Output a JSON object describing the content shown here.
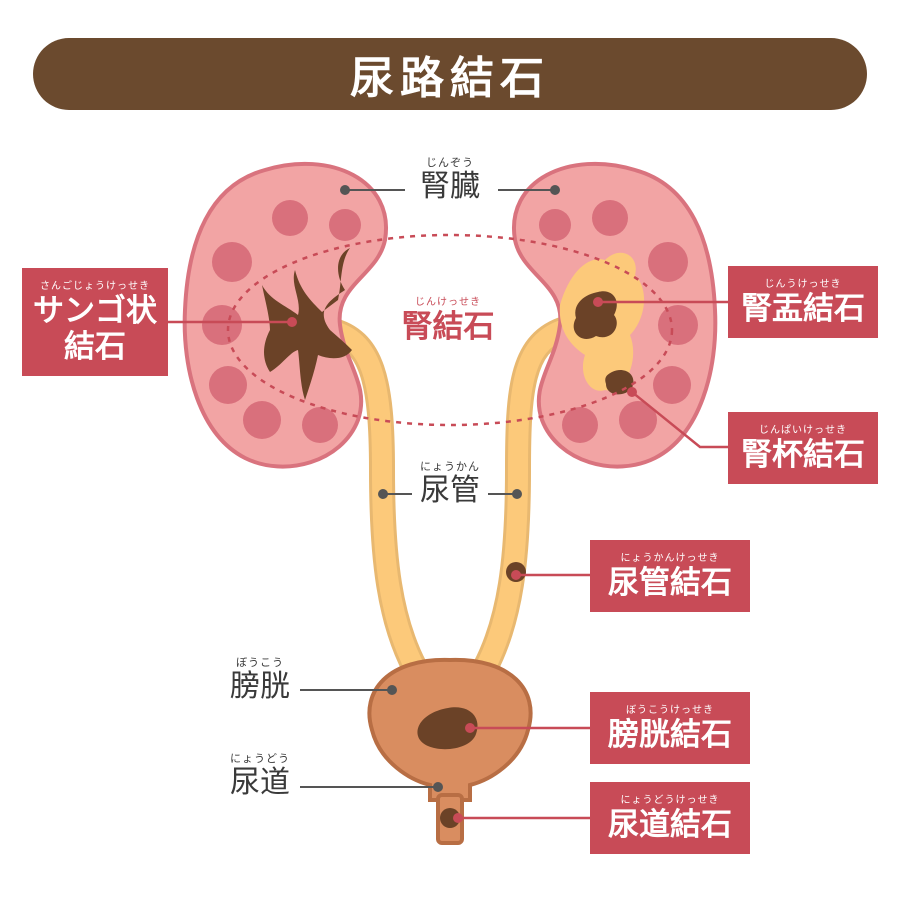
{
  "title": "尿路結石",
  "colors": {
    "title_bg": "#6b4a2e",
    "label_box": "#c84b57",
    "kidney_outer": "#f0a0a0",
    "kidney_lobe": "#d9707c",
    "ureter": "#fcc97a",
    "stone": "#6b4227",
    "bladder": "#d98d60"
  },
  "labels": {
    "kidney": {
      "ruby": "じんぞう",
      "text": "腎臓"
    },
    "ureter": {
      "ruby": "にょうかん",
      "text": "尿管"
    },
    "bladder": {
      "ruby": "ぼうこう",
      "text": "膀胱"
    },
    "urethra": {
      "ruby": "にょうどう",
      "text": "尿道"
    }
  },
  "stones": {
    "kidney_stone": {
      "ruby": "じんけっせき",
      "text": "腎結石"
    },
    "staghorn": {
      "ruby": "さんごじょうけっせき",
      "line1": "サンゴ状",
      "line2": "結石"
    },
    "pelvis": {
      "ruby": "じんうけっせき",
      "text": "腎盂結石"
    },
    "calyx": {
      "ruby": "じんぱいけっせき",
      "text": "腎杯結石"
    },
    "ureter": {
      "ruby": "にょうかんけっせき",
      "text": "尿管結石"
    },
    "bladder": {
      "ruby": "ぼうこうけっせき",
      "text": "膀胱結石"
    },
    "urethra": {
      "ruby": "にょうどうけっせき",
      "text": "尿道結石"
    }
  }
}
